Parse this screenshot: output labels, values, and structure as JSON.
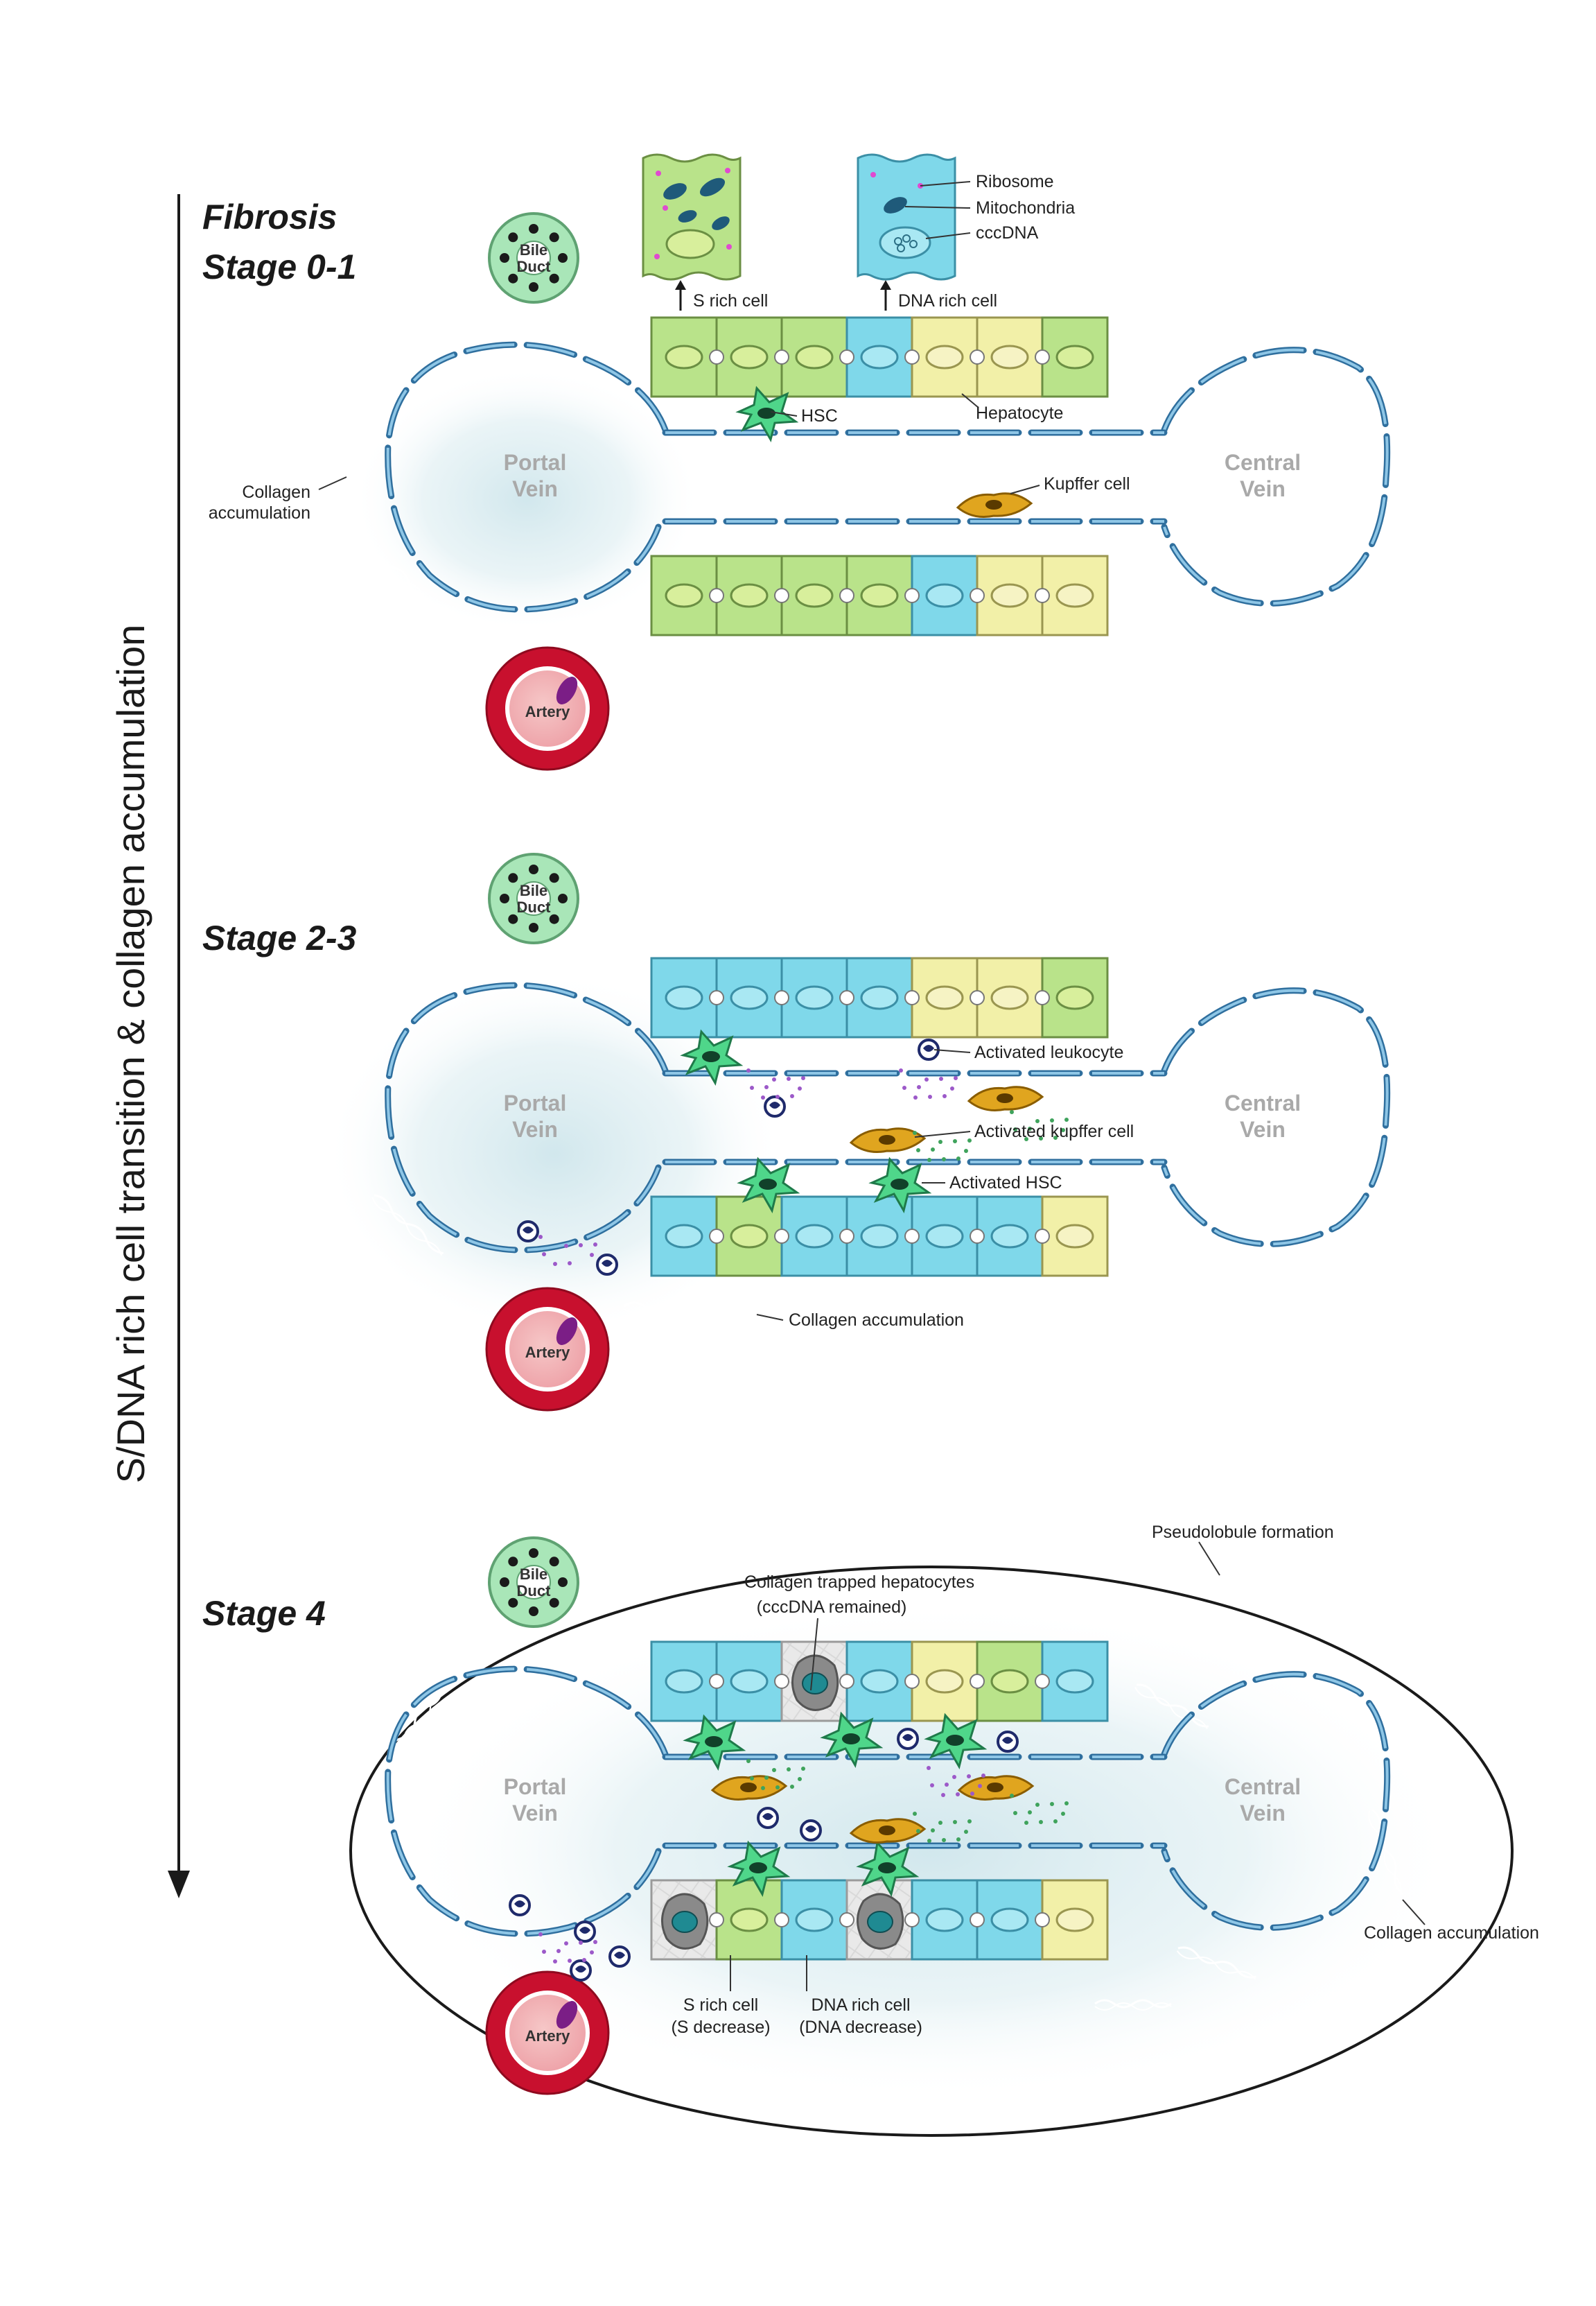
{
  "colors": {
    "s_rich": "#b9e38a",
    "dna_rich": "#7fd8ea",
    "normal": "#f2f0a8",
    "vein_wall": "#2f6f9e",
    "haze": "#cfe6ec",
    "hsc": "#4fd68a",
    "kupffer": "#e0a51f",
    "leukocyte": "#1f2a6b",
    "artery": "#c8102e",
    "bile_duct": "#a9e6b8",
    "trapped": "#8a8a8a"
  },
  "axis": {
    "label": "S/DNA rich cell transition & collagen accumulation"
  },
  "inset": {
    "left_caption": "S rich cell",
    "right_caption": "DNA rich cell",
    "organelles": [
      "Ribosome",
      "Mitochondria",
      "cccDNA"
    ]
  },
  "stages": [
    {
      "title_line1": "Fibrosis",
      "title_line2": "Stage 0-1",
      "bile_duct_label_1": "Bile",
      "bile_duct_label_2": "Duct",
      "artery_label": "Artery",
      "portal_line1": "Portal",
      "portal_line2": "Vein",
      "central_line1": "Central",
      "central_line2": "Vein",
      "top_row": [
        "s",
        "s",
        "s",
        "dna",
        "n",
        "n",
        "s"
      ],
      "bottom_row": [
        "s",
        "s",
        "s",
        "s",
        "dna",
        "n",
        "n"
      ],
      "annotations": {
        "hsc": "HSC",
        "hepatocyte": "Hepatocyte",
        "kupffer": "Kupffer cell",
        "collagen_1": "Collagen",
        "collagen_2": "accumulation"
      }
    },
    {
      "title_line1": "Stage 2-3",
      "bile_duct_label_1": "Bile",
      "bile_duct_label_2": "Duct",
      "artery_label": "Artery",
      "portal_line1": "Portal",
      "portal_line2": "Vein",
      "central_line1": "Central",
      "central_line2": "Vein",
      "top_row": [
        "dna",
        "dna",
        "dna",
        "dna",
        "n",
        "n",
        "s"
      ],
      "bottom_row": [
        "dna",
        "s",
        "dna",
        "dna",
        "dna",
        "dna",
        "n"
      ],
      "annotations": {
        "leukocyte": "Activated leukocyte",
        "kupffer": "Activated kupffer cell",
        "hsc": "Activated HSC",
        "collagen": "Collagen accumulation"
      }
    },
    {
      "title_line1": "Stage 4",
      "bile_duct_label_1": "Bile",
      "bile_duct_label_2": "Duct",
      "artery_label": "Artery",
      "portal_line1": "Portal",
      "portal_line2": "Vein",
      "central_line1": "Central",
      "central_line2": "Vein",
      "top_row": [
        "dna",
        "dna",
        "trap",
        "dna",
        "n",
        "s",
        "dna"
      ],
      "bottom_row": [
        "trap",
        "s",
        "dna",
        "trap",
        "dna",
        "dna",
        "n"
      ],
      "annotations": {
        "pseudolobule": "Pseudolobule formation",
        "trapped_1": "Collagen trapped hepatocytes",
        "trapped_2": "(cccDNA remained)",
        "collagen": "Collagen accumulation",
        "s_rich_1": "S rich cell",
        "s_rich_2": "(S decrease)",
        "dna_rich_1": "DNA rich cell",
        "dna_rich_2": "(DNA decrease)"
      }
    }
  ]
}
